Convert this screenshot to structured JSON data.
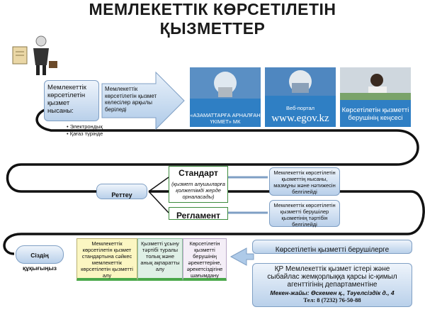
{
  "title_line1": "МЕМЛЕКЕТТІК КӨРСЕТІЛЕТІН",
  "title_line2": "ҚЫЗМЕТТЕР",
  "forms": {
    "heading": "Мемлекеттік көрсетілетін қызмет нысаны:",
    "items": [
      "Электрондық",
      "Қағаз түрінде"
    ]
  },
  "arrow_text": "Мемлекеттік көрсетілетін қызмет келесілер арқылы беріледі",
  "channels": [
    {
      "label": "«АЗАМАТТАРҒА АРНАЛҒАН ҮКІМЕТ» МК",
      "sub": ""
    },
    {
      "label": "Веб-портал",
      "sub": "www.egov.kz"
    },
    {
      "label": "Көрсетілетін қызметті берушінің кеңсесі",
      "sub": ""
    }
  ],
  "regulation": {
    "label": "Реттеу",
    "standard": {
      "title": "Стандарт",
      "desc": "(қызмет алушыларға қолжетімді жерде орналасады)"
    },
    "reglament": {
      "title": "Регламент"
    },
    "standard_note": "Мемлекеттік көрсетілетін қызметтің нысаны, мазмұны және нәтижесін белгілейді",
    "reglament_note": "Мемлекеттік көрсетілетін қызметті берушілер қызметінің тәртібін белгілейді"
  },
  "rights": {
    "label": "Сіздің құқығыңыз",
    "items": [
      "Мемлекеттік көрсетілетін қызмет стандартына сәйкес мемлекеттік көрсетілетін қызметті алу",
      "Қызметті ұсыну тәртібі туралы толық және анық ақпаратты алу",
      "Көрсетілетін қызметті берушінің әрекеттеріне, әрекетсіздігіне шағымдану"
    ]
  },
  "complaints": {
    "provider": "Көрсетілетін қызметті берушілерге",
    "agency_line1": "ҚР Мемлекеттік қызмет істері және",
    "agency_line2": "сыбайлас жемқорлыққа қарсы іс-қимыл",
    "agency_line3": "агенттігінің департаментіне",
    "address": "Мекен-жайы: Өскемен қ., Тәуелсіздік д., 4",
    "phone": "Тел: 8 (7232) 76-50-88"
  },
  "colors": {
    "accent_blue": "#2f7fc4",
    "green_border": "#3d8c3d",
    "dark": "#111111"
  }
}
